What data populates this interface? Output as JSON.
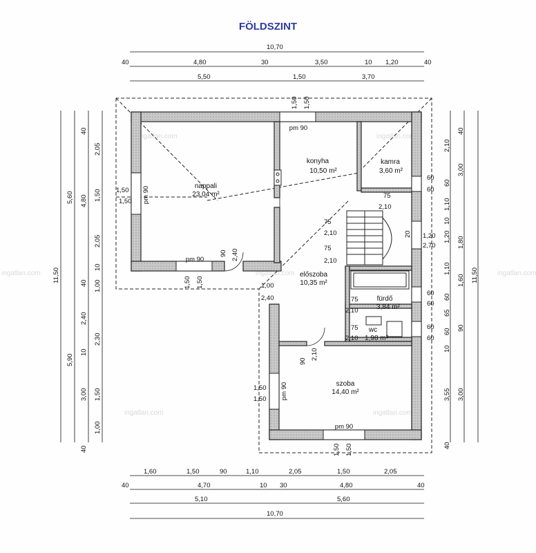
{
  "title": "FÖLDSZINT",
  "watermark": "ingatlan.com",
  "rooms": {
    "nappali": {
      "name": "nappali",
      "area": "23,04 m²"
    },
    "konyha": {
      "name": "konyha",
      "area": "10,50 m²"
    },
    "kamra": {
      "name": "kamra",
      "area": "3,60 m²"
    },
    "eloszoba": {
      "name": "előszoba",
      "area": "10,35 m²"
    },
    "furdo": {
      "name": "fürdő",
      "area": "3,84 m²"
    },
    "wc": {
      "name": "wc",
      "area": "1,98 m²"
    },
    "szoba": {
      "name": "szoba",
      "area": "14,40 m²"
    }
  },
  "window_labels": [
    "pm 90",
    "pm 90",
    "pm 90",
    "pm 90",
    "pm 90"
  ],
  "dim_top": {
    "total": "10,70",
    "row2": [
      "40",
      "4,80",
      "30",
      "3,50",
      "10",
      "1,20",
      "40"
    ],
    "row3": [
      "5,50",
      "1,50",
      "3,70"
    ]
  },
  "dim_bottom": {
    "row1": [
      "1,60",
      "1,50",
      "90",
      "1,10",
      "2,05",
      "1,50",
      "2,05"
    ],
    "row2": [
      "40",
      "4,70",
      "10",
      "30",
      "4,80",
      "40"
    ],
    "row3": [
      "5,10",
      "5,60"
    ],
    "total": "10,70"
  },
  "dim_left": {
    "total": "11,50",
    "outer": [
      "5,60",
      "5,90"
    ],
    "inner": [
      "40",
      "2,05",
      "1,50",
      "2,05",
      "10",
      "40",
      "2,40",
      "10",
      "1,50",
      "1,00",
      "40"
    ],
    "inner2": [
      "4,80",
      "1,00",
      "2,30",
      "3,00"
    ]
  },
  "dim_right": {
    "total": "11,50",
    "inner": [
      "40",
      "2,10",
      "60",
      "1,10",
      "10",
      "1,20",
      "1,10",
      "60",
      "65",
      "60",
      "10",
      "3,00",
      "40"
    ],
    "inner2": [
      "3,00",
      "1,80",
      "1,60",
      "90",
      "3,55"
    ]
  },
  "opening_labels": {
    "n1": "1,50",
    "n2": "1,50",
    "n3": "1,50",
    "n4": "1,50",
    "k1": "1,50",
    "k2": "1,50",
    "door_nappali": "90",
    "door_nappali2": "2,40",
    "door_elo1": "1,00",
    "door_elo2": "2,40",
    "st1": "75",
    "st2": "2,10",
    "st3": "75",
    "st4": "2,10",
    "st5": "75",
    "st6": "2,10",
    "km1": "75",
    "km2": "2,10",
    "km3": "60",
    "km4": "60",
    "r1": "1,20",
    "r2": "2,70",
    "r3": "20",
    "f1": "75",
    "f2": "2,10",
    "f3": "60",
    "f4": "60",
    "w1": "75",
    "w2": "2,10",
    "w3": "60",
    "w4": "60",
    "s1": "90",
    "s2": "2,10",
    "s3": "1,50",
    "s4": "1,50",
    "s5": "1,50",
    "s6": "1,50"
  }
}
